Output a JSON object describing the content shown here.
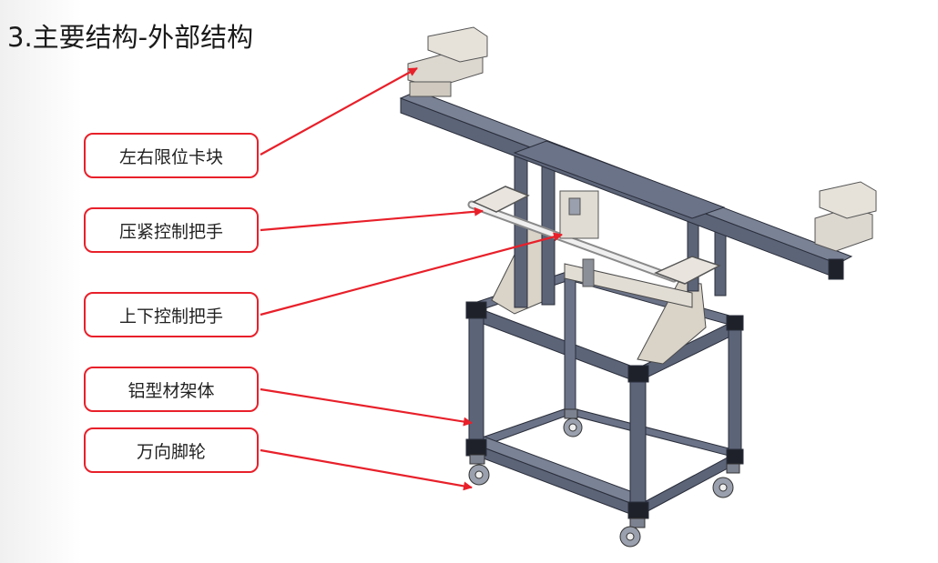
{
  "title": "3.主要结构-外部结构",
  "callouts": [
    {
      "label": "左右限位卡块"
    },
    {
      "label": "压紧控制把手"
    },
    {
      "label": "上下控制把手"
    },
    {
      "label": "铝型材架体"
    },
    {
      "label": "万向脚轮"
    }
  ],
  "colors": {
    "callout_border": "#e8202a",
    "arrow": "#e8202a",
    "frame": "#5c6478",
    "frame_dark": "#2a2e3a",
    "plate": "#d9d3c8"
  }
}
